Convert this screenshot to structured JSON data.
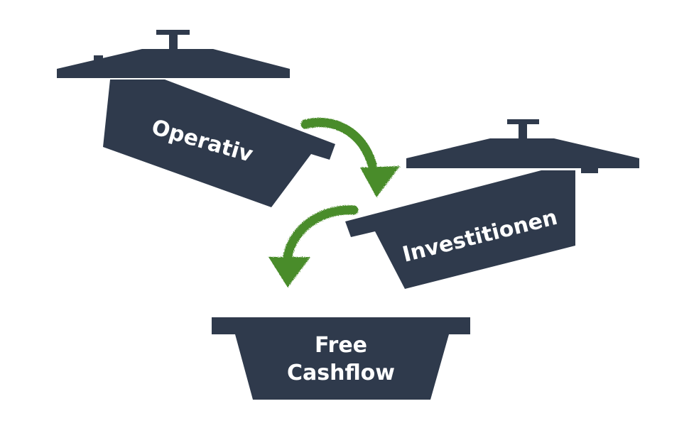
{
  "pots": {
    "operativ": {
      "label": "Operativ"
    },
    "investitionen": {
      "label": "Investitionen"
    },
    "free_cashflow": {
      "label_line1": "Free",
      "label_line2": "Cashflow"
    }
  },
  "colors": {
    "pot": "#2f3a4c",
    "arrow": "#4a8c2a",
    "label": "#ffffff",
    "background": "#ffffff"
  }
}
